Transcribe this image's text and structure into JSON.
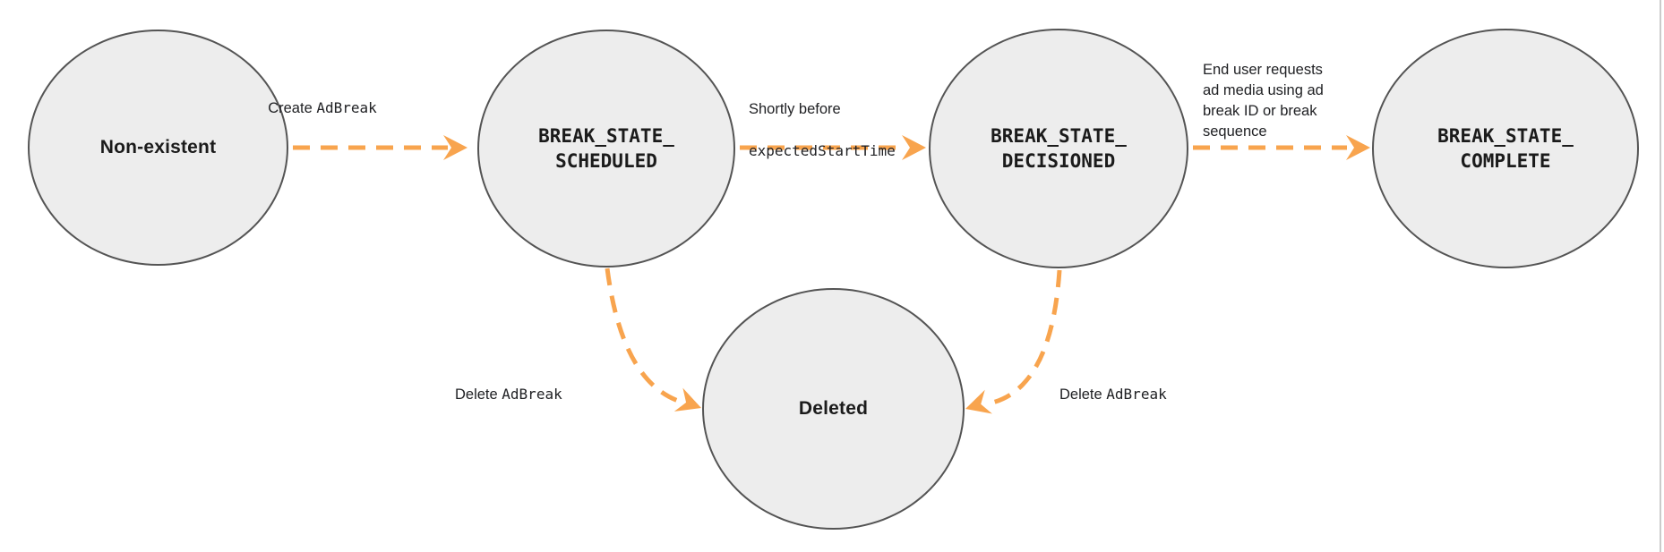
{
  "colors": {
    "arrow_orange": "#F8A44E",
    "node_fill": "#EDEDED",
    "node_border": "#545454",
    "text": "#202124"
  },
  "nodes": [
    {
      "id": "non-existent",
      "label": "Non-existent"
    },
    {
      "id": "break-state-scheduled",
      "label": "BREAK_STATE_\nSCHEDULED"
    },
    {
      "id": "break-state-decisioned",
      "label": "BREAK_STATE_\nDECISIONED"
    },
    {
      "id": "break-state-complete",
      "label": "BREAK_STATE_\nCOMPLETE"
    },
    {
      "id": "deleted",
      "label": "Deleted"
    }
  ],
  "edges": [
    {
      "from": "non-existent",
      "to": "break-state-scheduled",
      "label_prefix": "Create ",
      "label_code": "AdBreak"
    },
    {
      "from": "break-state-scheduled",
      "to": "break-state-decisioned",
      "label_line1": "Shortly before",
      "label_code": "expectedStartTime"
    },
    {
      "from": "break-state-decisioned",
      "to": "break-state-complete",
      "label": "End user requests\nad media using ad\nbreak ID or break\nsequence"
    },
    {
      "from": "break-state-scheduled",
      "to": "deleted",
      "label_prefix": "Delete ",
      "label_code": "AdBreak"
    },
    {
      "from": "break-state-decisioned",
      "to": "deleted",
      "label_prefix": "Delete ",
      "label_code": "AdBreak"
    }
  ]
}
